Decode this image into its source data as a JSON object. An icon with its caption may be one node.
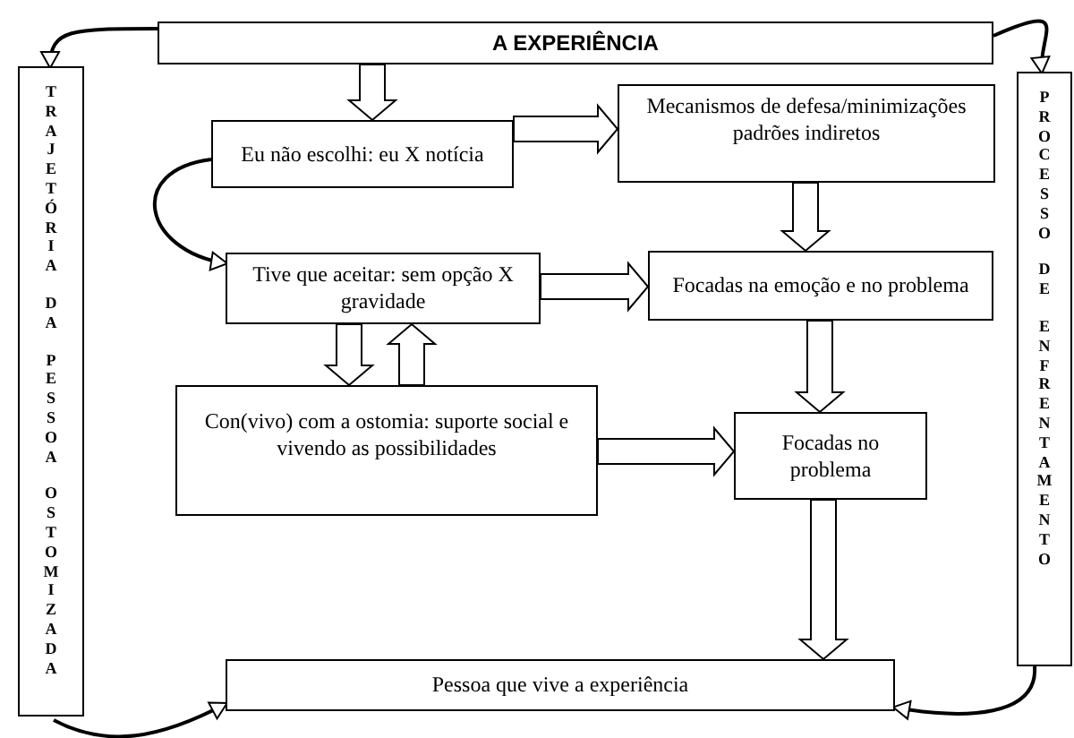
{
  "diagram": {
    "nodes": [
      {
        "text": [
          "A EXPERIÊNCIA"
        ]
      },
      {
        "text": [
          "TRAJETÓRIA DA PESSOA OSTOMIZADA"
        ]
      },
      {
        "text": [
          "PROCESSO DE ENFRENTAMENTO"
        ]
      },
      {
        "text": [
          "Eu não escolhi: eu X notícia"
        ]
      },
      {
        "text": [
          "Mecanismos de defesa/minimizações padrões indiretos"
        ]
      },
      {
        "text": [
          "Tive que aceitar: sem opção X gravidade"
        ]
      },
      {
        "text": [
          "Focadas na emoção e no problema"
        ]
      },
      {
        "text": [
          "Con(vivo) com a ostomia: suporte social e vivendo as possibilidades"
        ]
      },
      {
        "text": [
          "Focadas no problema"
        ]
      },
      {
        "text": [
          "Pessoa que vive a experiência"
        ]
      }
    ],
    "edges": [
      {
        "from": 0,
        "to": 3,
        "arrow": "to"
      },
      {
        "from": 3,
        "to": 4,
        "arrow": "to"
      },
      {
        "from": 3,
        "to": 5,
        "arrow": "to"
      },
      {
        "from": 4,
        "to": 6,
        "arrow": "to"
      },
      {
        "from": 5,
        "to": 6,
        "arrow": "to"
      },
      {
        "from": 5,
        "to": 7,
        "arrow": "to"
      },
      {
        "from": 7,
        "to": 5,
        "arrow": "to"
      },
      {
        "from": 6,
        "to": 8,
        "arrow": "to"
      },
      {
        "from": 7,
        "to": 8,
        "arrow": "to"
      },
      {
        "from": 8,
        "to": 9,
        "arrow": "to"
      },
      {
        "from": 0,
        "to": 1,
        "arrow": "to"
      },
      {
        "from": 0,
        "to": 2,
        "arrow": "to"
      },
      {
        "from": 2,
        "to": 9,
        "arrow": "to"
      },
      {
        "from": 1,
        "to": 9,
        "arrow": "to"
      }
    ]
  }
}
